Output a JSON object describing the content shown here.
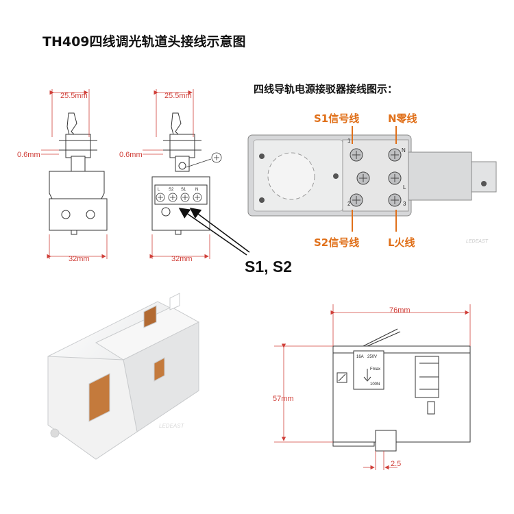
{
  "title": "TH409四线调光轨道头接线示意图",
  "wiring": {
    "title": "四线导轨电源接驳器接线图示：",
    "s1_label": "S1信号线",
    "n_label": "N零线",
    "s2_label": "S2信号线",
    "l_label": "L火线",
    "terminal_letters": {
      "n": "N",
      "l": "L",
      "one": "1",
      "two": "2",
      "three": "3"
    },
    "watermark": "LEDEAST"
  },
  "left_drawings": {
    "width_dim": "25.5mm",
    "gap_dim": "0.6mm",
    "base_dim": "32mm",
    "terminal_labels": [
      "L",
      "S2",
      "S1",
      "N"
    ],
    "callout": "S1, S2"
  },
  "side_drawing": {
    "width_dim": "76mm",
    "height_dim": "57mm",
    "offset_dim": "2.5",
    "rating_current": "16A",
    "rating_voltage": "250V",
    "fmax": "Fmax",
    "force": "100N"
  },
  "photo": {
    "watermark": "LEDEAST"
  }
}
